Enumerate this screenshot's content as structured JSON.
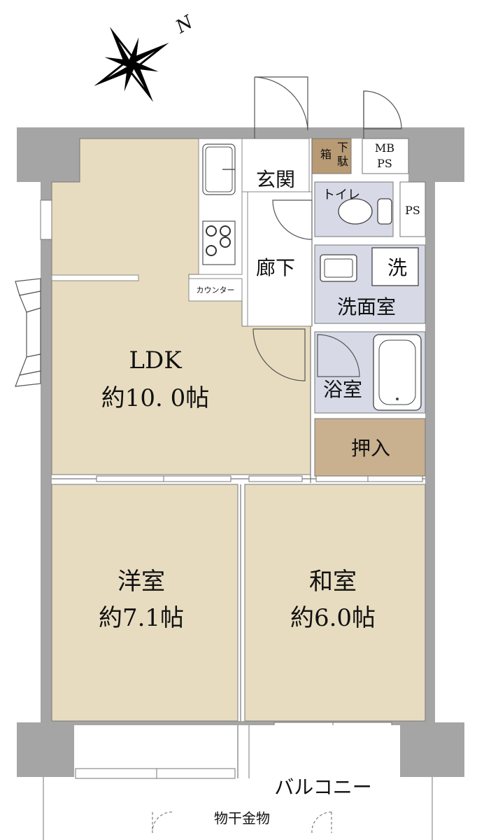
{
  "compass": {
    "north": "N",
    "icon": "compass-rose-icon"
  },
  "rooms": {
    "ldk": {
      "name": "LDK",
      "size": "約10. 0帖"
    },
    "western": {
      "name": "洋室",
      "size": "約7.1帖"
    },
    "japanese": {
      "name": "和室",
      "size": "約6.0帖"
    },
    "entrance": "玄関",
    "corridor": "廊下",
    "toilet": "トイレ",
    "washroom": "洗面室",
    "bathroom": "浴室",
    "closet": "押入",
    "shoe_box": {
      "line1": "下",
      "line2": "駄",
      "side": "箱"
    },
    "mbps": {
      "line1": "MB",
      "line2": "PS"
    },
    "ps": "PS",
    "counter": "カウンター",
    "washer": "洗",
    "balcony": "バルコニー",
    "drying_hardware": "物干金物"
  },
  "colors": {
    "wall": "#a5a5a5",
    "room_beige": "#e8dcc0",
    "wet_area": "#d7dae6",
    "storage": "#c9b08f",
    "shoe_box": "#b89a74"
  }
}
